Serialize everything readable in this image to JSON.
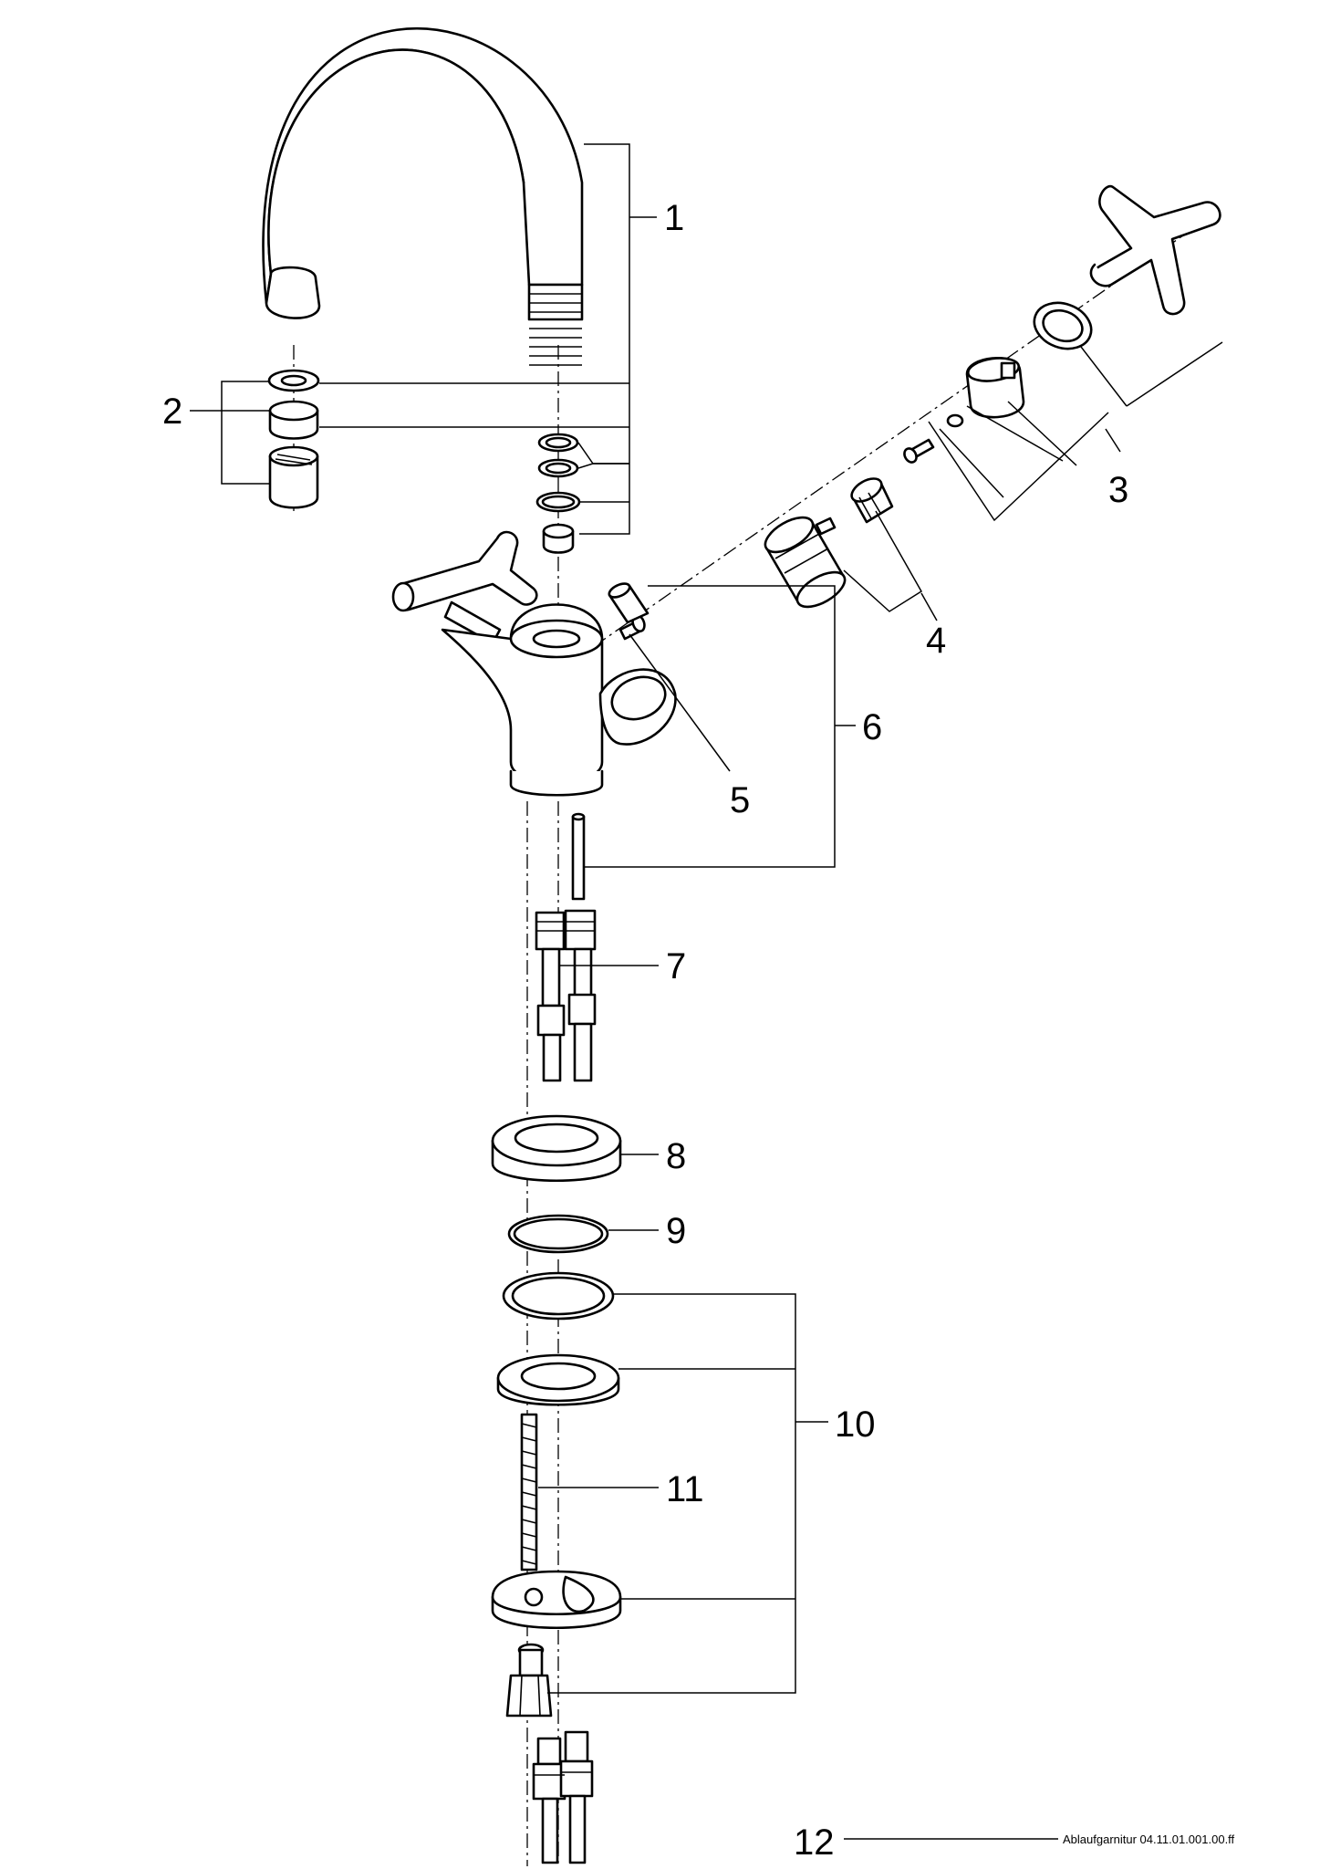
{
  "callouts": {
    "c1": "1",
    "c2": "2",
    "c3": "3",
    "c4": "4",
    "c5": "5",
    "c6": "6",
    "c7": "7",
    "c8": "8",
    "c9": "9",
    "c10": "10",
    "c11": "11",
    "c12": "12"
  },
  "drain_set_reference": "Ablaufgarnitur 04.11.01.001.00.ff"
}
